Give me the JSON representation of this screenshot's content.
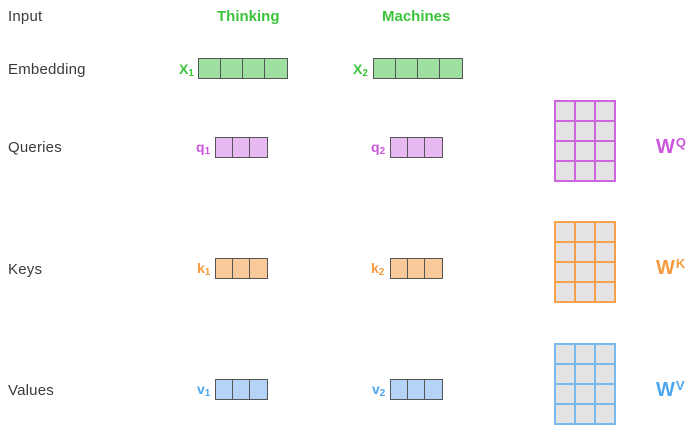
{
  "rows": {
    "input": "Input",
    "embedding": "Embedding",
    "queries": "Queries",
    "keys": "Keys",
    "values": "Values"
  },
  "words": {
    "w1": "Thinking",
    "w2": "Machines"
  },
  "symbols": {
    "x1": {
      "base": "X",
      "sub": "1"
    },
    "x2": {
      "base": "X",
      "sub": "2"
    },
    "q1": {
      "base": "q",
      "sub": "1"
    },
    "q2": {
      "base": "q",
      "sub": "2"
    },
    "k1": {
      "base": "k",
      "sub": "1"
    },
    "k2": {
      "base": "k",
      "sub": "2"
    },
    "v1": {
      "base": "v",
      "sub": "1"
    },
    "v2": {
      "base": "v",
      "sub": "2"
    }
  },
  "weights": {
    "wq": {
      "base": "W",
      "sup": "Q"
    },
    "wk": {
      "base": "W",
      "sup": "K"
    },
    "wv": {
      "base": "W",
      "sup": "V"
    }
  },
  "colors": {
    "embedding": "#9fdf9f",
    "embedding_text": "#3cc33c",
    "query": "#e8b8f0",
    "query_text": "#cc55dd",
    "key": "#f9c99a",
    "key_text": "#f49a3c",
    "value": "#b3d4f7",
    "value_text": "#4da6f0",
    "matrix_fill": "#e3e3e3"
  }
}
